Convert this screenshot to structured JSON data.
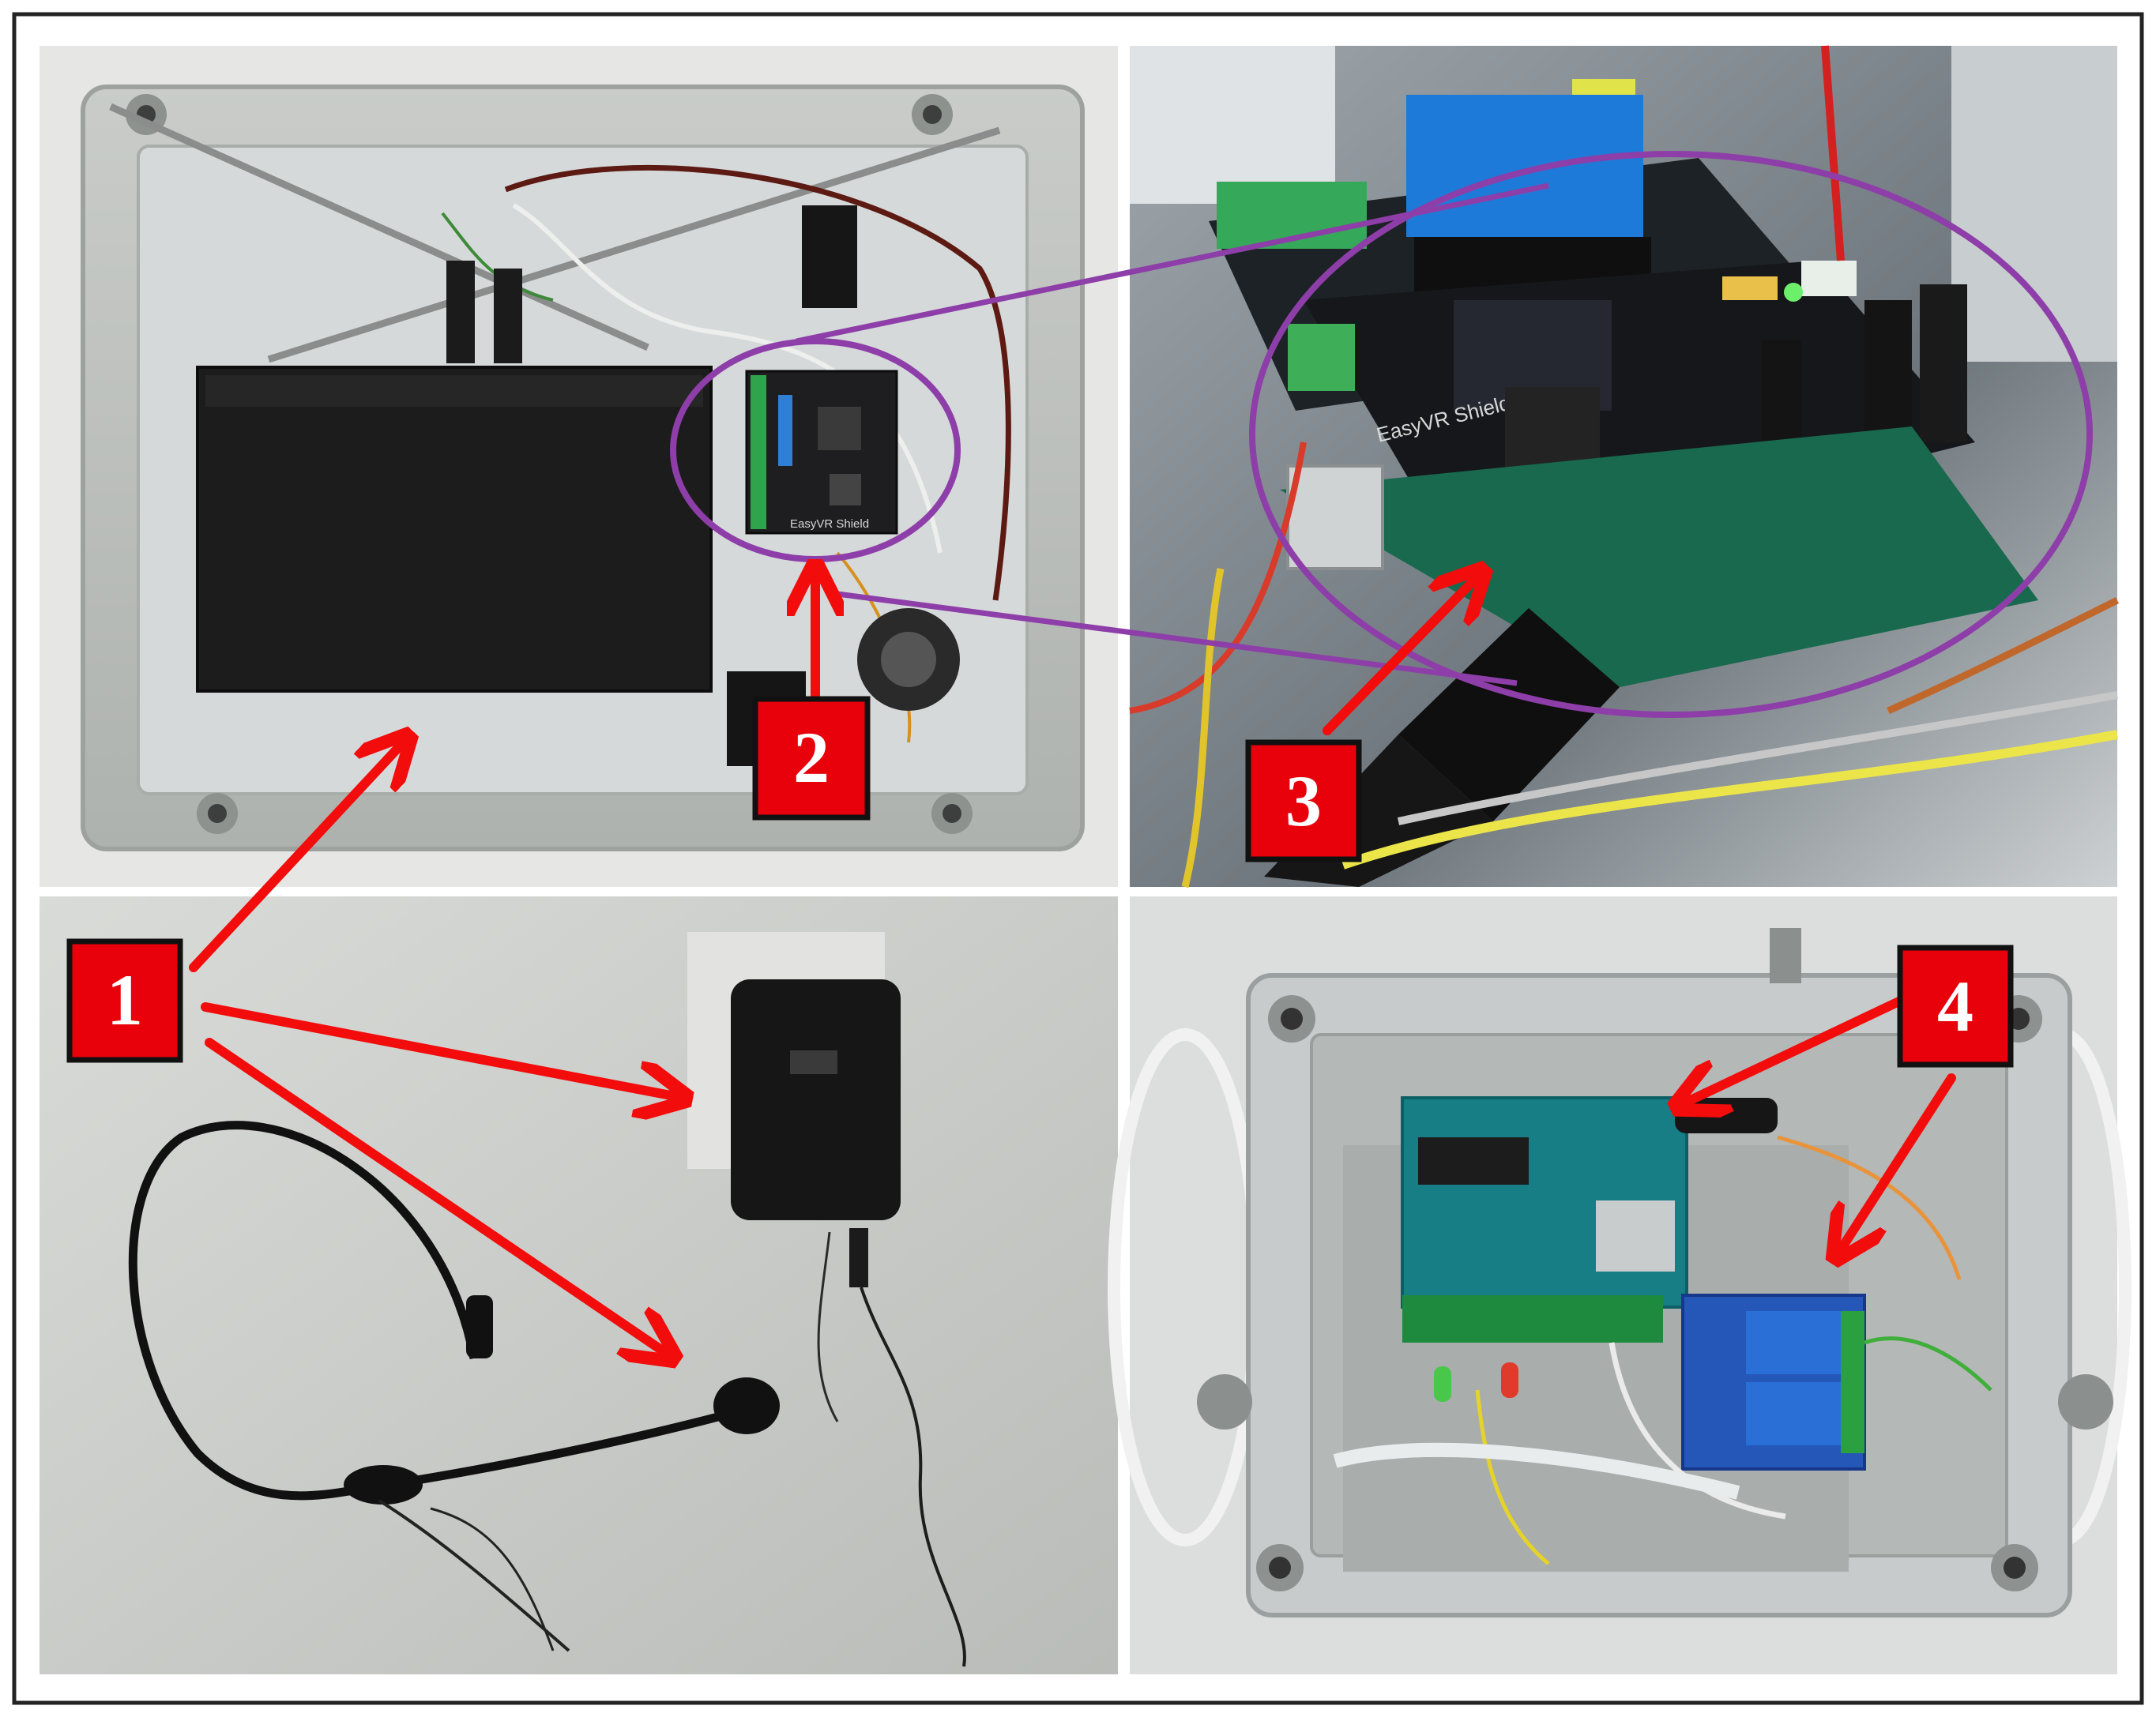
{
  "figure": {
    "panels": [
      {
        "id": "top-left",
        "description_icon": "enclosure-with-router-and-shield-photo"
      },
      {
        "id": "top-right",
        "description_icon": "arduino-wifi-shield-closeup-photo"
      },
      {
        "id": "bottom-left",
        "description_icon": "headset-microphone-and-receiver-photo"
      },
      {
        "id": "bottom-right",
        "description_icon": "enclosure-with-arduino-relay-photo"
      }
    ],
    "labels": [
      "1",
      "2",
      "3",
      "4"
    ],
    "shield_silkscreen": "EasyVR Shield",
    "colors": {
      "label_fill": "#e8000b",
      "label_border": "#111111",
      "arrow": "#f20c0c",
      "highlight_ellipse": "#8e3ea8",
      "frame": "#222222"
    }
  }
}
